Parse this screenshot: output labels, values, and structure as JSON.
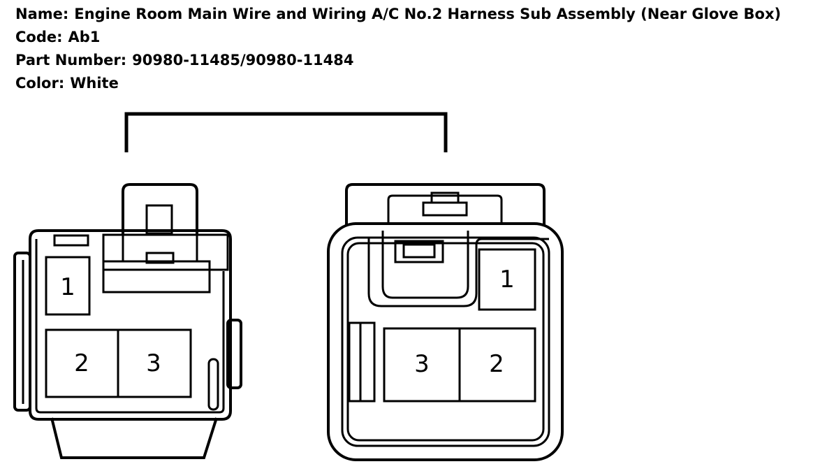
{
  "info": [
    {
      "label": "Name:",
      "value": "Engine Room Main Wire and Wiring A/C No.2 Harness Sub Assembly (Near Glove Box)"
    },
    {
      "label": "Code:",
      "value": "Ab1"
    },
    {
      "label": "Part Number:",
      "value": "90980-11485/90980-11484"
    },
    {
      "label": "Color:",
      "value": "White"
    }
  ],
  "connectors": {
    "left": {
      "pins": [
        "1",
        "2",
        "3"
      ]
    },
    "right": {
      "pins": [
        "1",
        "3",
        "2"
      ]
    }
  }
}
